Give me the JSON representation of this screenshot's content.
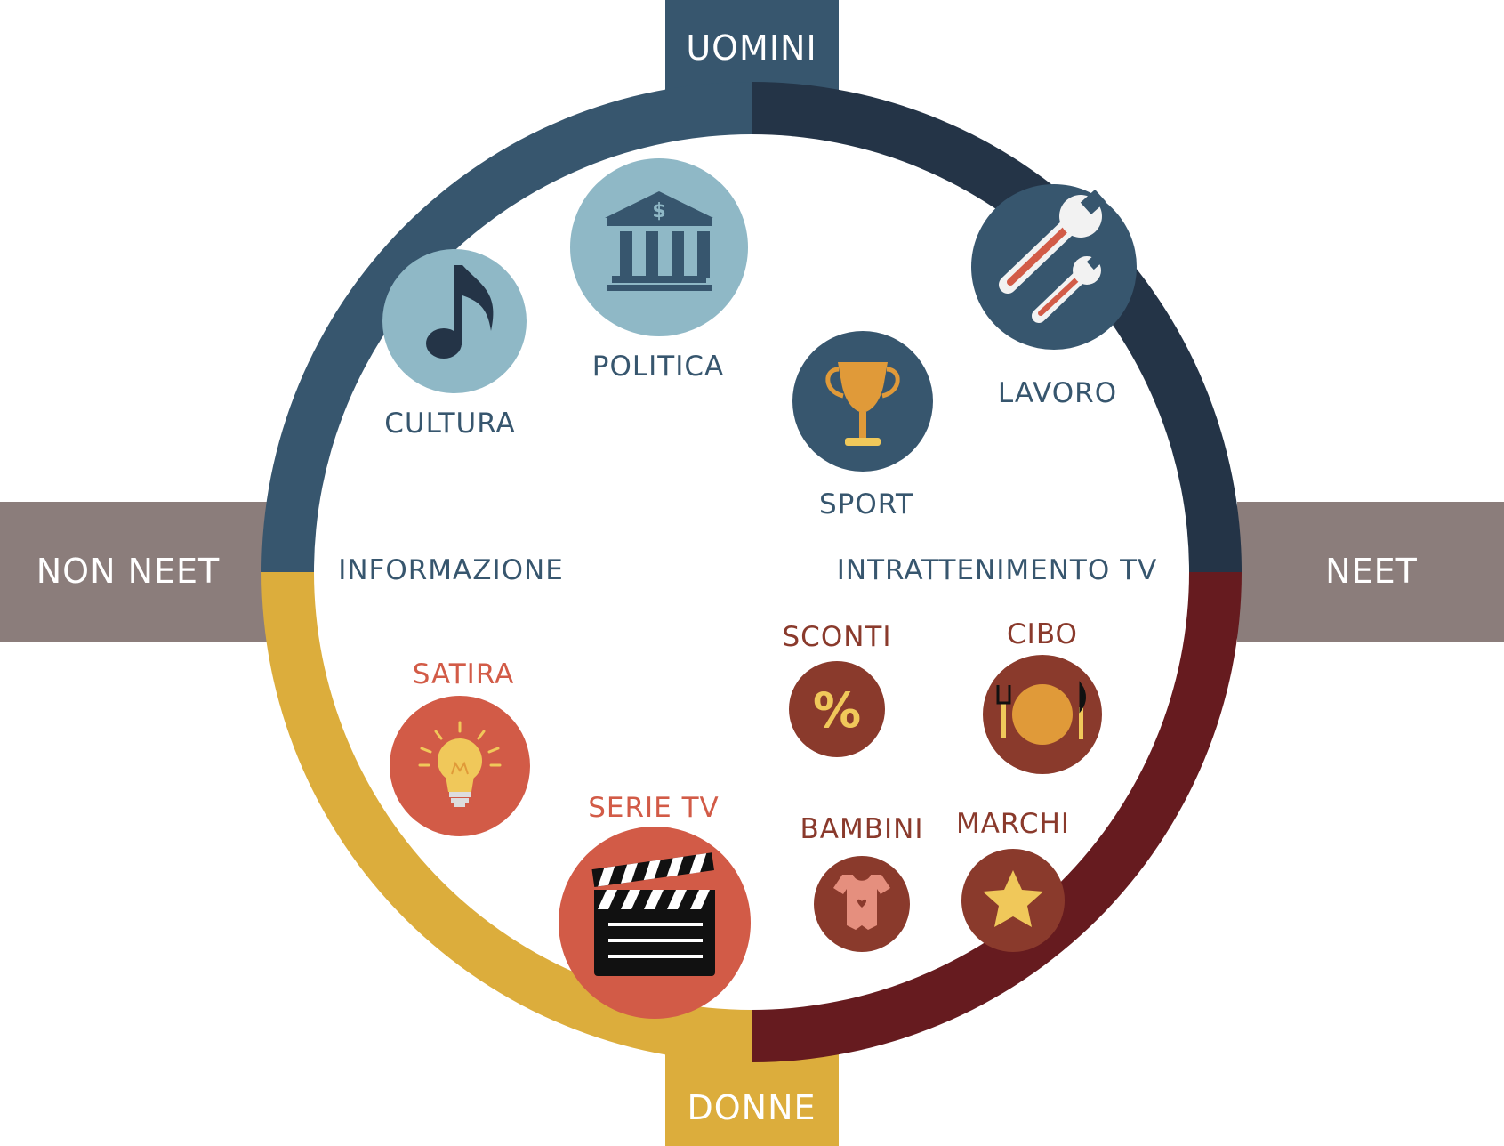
{
  "axes": {
    "top": "UOMINI",
    "bottom": "DONNE",
    "left": "NON NEET",
    "right": "NEET"
  },
  "categories": {
    "informazione": "INFORMAZIONE",
    "intrattenimento": "INTRATTENIMENTO TV"
  },
  "topics": {
    "cultura": "CULTURA",
    "politica": "POLITICA",
    "sport": "SPORT",
    "lavoro": "LAVORO",
    "satira": "SATIRA",
    "serie_tv": "SERIE TV",
    "sconti": "SCONTI",
    "cibo": "CIBO",
    "bambini": "BAMBINI",
    "marchi": "MARCHI"
  },
  "icons": {
    "cultura": "music-note-icon",
    "politica": "bank-icon",
    "sport": "trophy-icon",
    "lavoro": "wrench-icon",
    "satira": "light-bulb-icon",
    "serie_tv": "clapperboard-icon",
    "sconti": "percent-icon",
    "cibo": "plate-cutlery-icon",
    "bambini": "baby-bodysuit-icon",
    "marchi": "star-icon"
  },
  "colors": {
    "blue": "#37566E",
    "navy": "#243447",
    "light_blue": "#8FB8C6",
    "gold": "#DCAD3C",
    "maroon": "#661B1F",
    "coral": "#D25B47",
    "brown": "#8A3A2C",
    "gray": "#8B7D7B",
    "orange": "#E09A39"
  }
}
